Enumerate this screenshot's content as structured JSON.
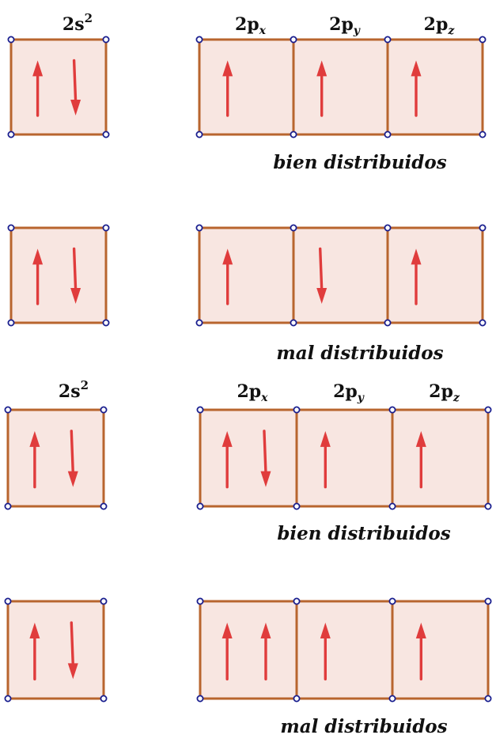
{
  "colors": {
    "box_fill": "#f8e6e1",
    "box_stroke": "#b8652e",
    "vertex": "#1a1f8f",
    "arrow": "#e03c3c",
    "text": "#111111"
  },
  "diagrams": [
    {
      "s_label": {
        "base": "2s",
        "sup": "2"
      },
      "p_labels": [
        {
          "base": "2p",
          "sub": "x"
        },
        {
          "base": "2p",
          "sub": "y"
        },
        {
          "base": "2p",
          "sub": "z"
        }
      ],
      "s_box": [
        "up",
        "down"
      ],
      "p_boxes": [
        [
          "up"
        ],
        [
          "up"
        ],
        [
          "up"
        ]
      ],
      "caption": "bien distribuidos"
    },
    {
      "s_label": null,
      "p_labels": [],
      "s_box": [
        "up",
        "down"
      ],
      "p_boxes": [
        [
          "up"
        ],
        [
          "down"
        ],
        [
          "up"
        ]
      ],
      "caption": "mal distribuidos"
    },
    {
      "s_label": {
        "base": "2s",
        "sup": "2"
      },
      "p_labels": [
        {
          "base": "2p",
          "sub": "x"
        },
        {
          "base": "2p",
          "sub": "y"
        },
        {
          "base": "2p",
          "sub": "z"
        }
      ],
      "s_box": [
        "up",
        "down"
      ],
      "p_boxes": [
        [
          "up",
          "down"
        ],
        [
          "up"
        ],
        [
          "up"
        ]
      ],
      "caption": "bien distribuidos"
    },
    {
      "s_label": null,
      "p_labels": [],
      "s_box": [
        "up",
        "down"
      ],
      "p_boxes": [
        [
          "up",
          "up"
        ],
        [
          "up"
        ],
        [
          "up"
        ]
      ],
      "caption": "mal distribuidos"
    }
  ]
}
